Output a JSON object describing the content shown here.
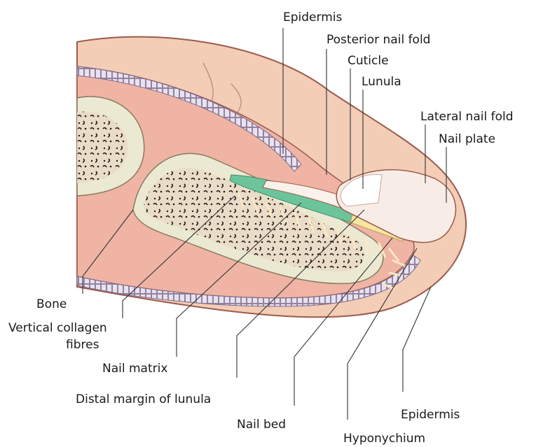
{
  "labels": {
    "epidermis_top": "Epidermis",
    "posterior_nail_fold": "Posterior nail fold",
    "cuticle": "Cuticle",
    "lunula": "Lunula",
    "lateral_nail_fold": "Lateral nail fold",
    "nail_plate": "Nail plate",
    "bone": "Bone",
    "vertical_collagen_line1": "Vertical collagen",
    "vertical_collagen_line2": "fibres",
    "nail_matrix": "Nail matrix",
    "distal_margin_of_lunula": "Distal margin of lunula",
    "nail_bed": "Nail bed",
    "epidermis_bottom": "Epidermis",
    "hyponychium": "Hyponychium"
  },
  "colors": {
    "skin": "#f2c9b0",
    "skin_dark": "#d99a86",
    "dermis": "#f0b5a6",
    "bone": "#ece9d2",
    "marrow": "#c99a8a",
    "matrix_green": "#6cc49a",
    "lunula_yellow": "#f7e6a0",
    "nail_plate": "#f8ede6",
    "epidermis_cells": "#e7e1ee",
    "outline": "#8a4a40"
  }
}
